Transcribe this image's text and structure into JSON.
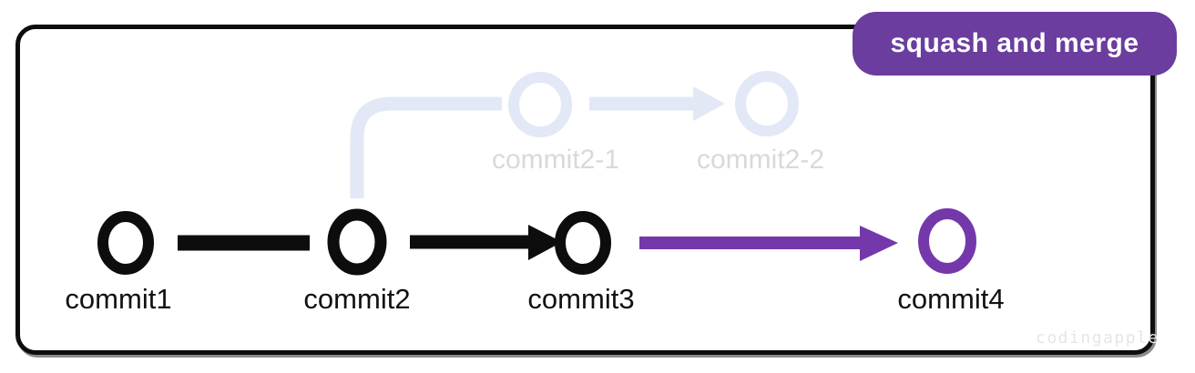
{
  "title_badge": {
    "label": "squash and merge"
  },
  "colors": {
    "main_branch": "#0d0d0d",
    "merge_accent": "#7438ab",
    "badge_bg": "#6a3d9e",
    "faded_branch": "#e2e8f5",
    "faded_label": "#d9d9d9",
    "label_text": "#111111",
    "watermark": "#e6e6e6"
  },
  "graph": {
    "main_commits": [
      {
        "label": "commit1"
      },
      {
        "label": "commit2"
      },
      {
        "label": "commit3"
      },
      {
        "label": "commit4"
      }
    ],
    "feature_commits": [
      {
        "label": "commit2-1"
      },
      {
        "label": "commit2-2"
      }
    ]
  },
  "watermark": "codingapple"
}
